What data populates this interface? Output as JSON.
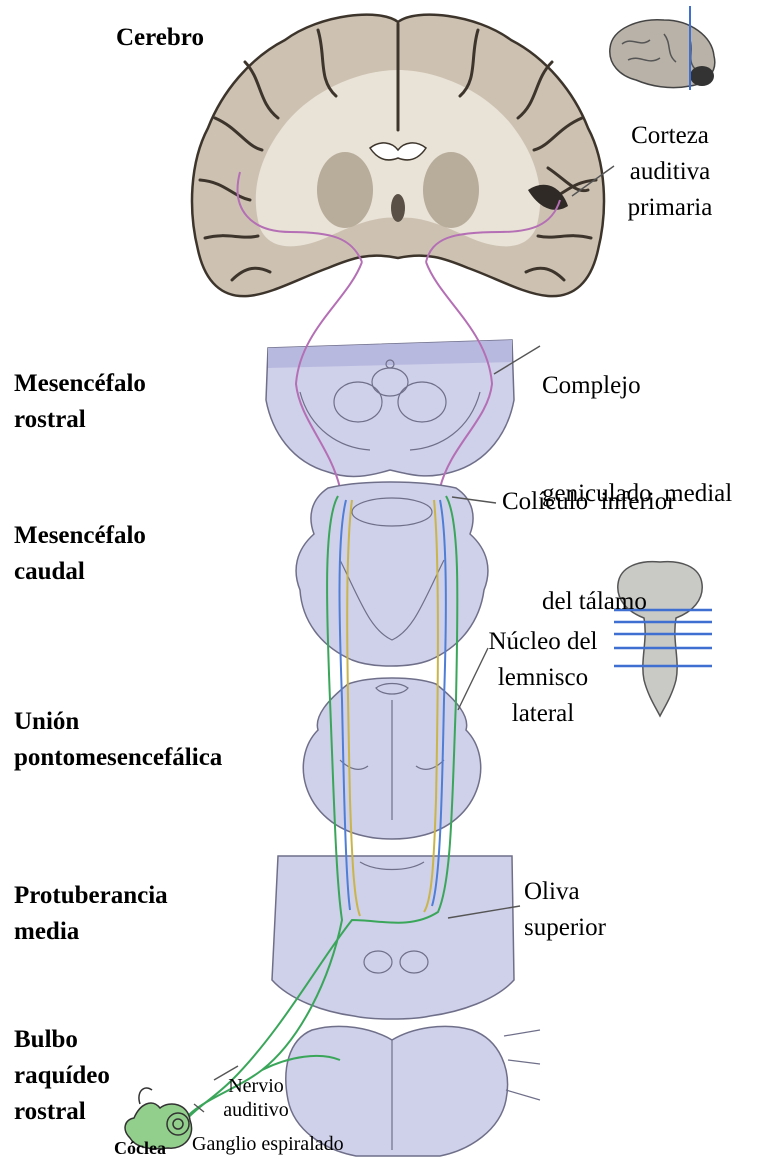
{
  "levels": {
    "cerebro": "Cerebro",
    "mesencefalo_rostral": [
      "Mesencéfalo",
      "rostral"
    ],
    "mesencefalo_caudal": [
      "Mesencéfalo",
      "caudal"
    ],
    "union": [
      "Unión",
      "pontomesencefálica"
    ],
    "protuberancia": [
      "Protuberancia",
      "media"
    ],
    "bulbo": [
      "Bulbo",
      "raquídeo",
      "rostral"
    ]
  },
  "structures": {
    "corteza": [
      "Corteza",
      "auditiva",
      "primaria"
    ],
    "geniculado": [
      "Complejo",
      "geniculado  medial",
      "del tálamo"
    ],
    "coliculo": "Colículo  inferior",
    "lemnisco": [
      "Núcleo del",
      "lemnisco",
      "lateral"
    ],
    "oliva": [
      "Oliva",
      "superior"
    ],
    "nervio": [
      "Nervio",
      "auditivo"
    ],
    "ganglio": "Ganglio espiralado",
    "coclea": "Cóclea"
  },
  "colors": {
    "brain_tissue": "#cdc2b2",
    "brain_white": "#e9e2d6",
    "section_fill": "#cfd0ea",
    "section_stroke": "#6f6f8a",
    "pathway_purple": "#b46fb5",
    "pathway_green": "#3aa65a",
    "pathway_blue": "#4f7ed6",
    "pathway_yellow": "#c9b54a",
    "cochlea_green": "#93cf8c",
    "plane_line": "#3f6fd0"
  }
}
